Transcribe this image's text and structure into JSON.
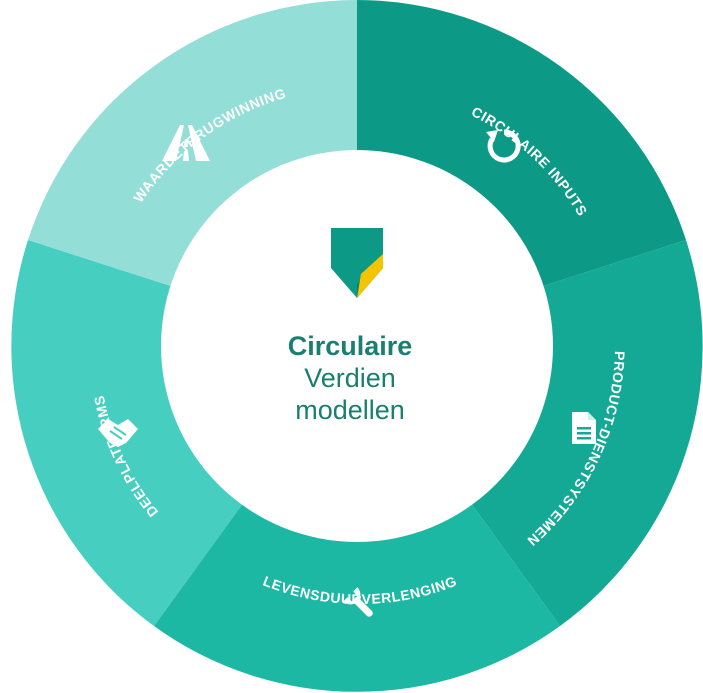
{
  "diagram": {
    "center": {
      "title": "Circulaire",
      "line2": "Verdien",
      "line3": "modellen",
      "logo": "abn-shield-icon"
    },
    "segments": [
      {
        "label": "CIRCULAIRE INPUTS",
        "icon": "refresh-icon",
        "color": "#0c9a86"
      },
      {
        "label": "PRODUCT-DIENSTSYSTEMEN",
        "icon": "document-icon",
        "color": "#13a995"
      },
      {
        "label": "LEVENSDUURVERLENGING",
        "icon": "wrench-icon",
        "color": "#1db8a4"
      },
      {
        "label": "DEELPLATFORMS",
        "icon": "handshake-icon",
        "color": "#46cfc0"
      },
      {
        "label": "WAARDETERUGWINNING",
        "icon": "road-icon",
        "color": "#93ded6"
      }
    ]
  }
}
